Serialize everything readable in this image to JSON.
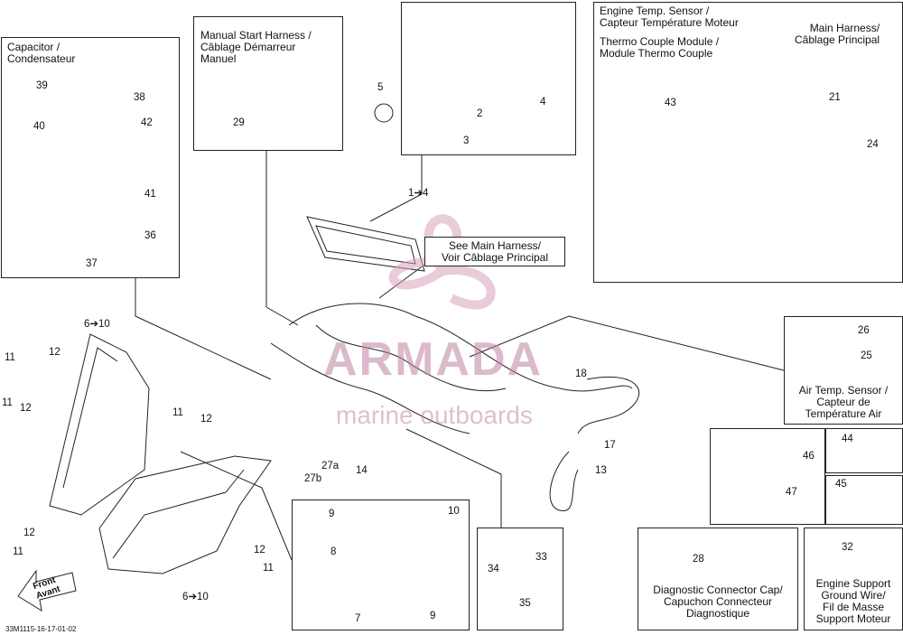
{
  "boxes": {
    "capacitor": "Capacitor /\nCondensateur",
    "manual_start": "Manual Start Harness /\nCâblage Démarreur\nManuel",
    "engine_temp": "Engine Temp. Sensor /\nCapteur Température Moteur",
    "thermo": "Thermo Couple Module /\nModule Thermo Couple",
    "main_harness": "Main Harness/\nCâblage Principal",
    "see_main": "See Main Harness/\nVoir Câblage Principal",
    "air_temp": "Air Temp. Sensor /\nCapteur de\nTempérature Air",
    "diag": "Diagnostic Connector Cap/\nCapuchon Connecteur\nDiagnostique",
    "ground": "Engine Support\nGround Wire/\nFil de Masse\nSupport Moteur"
  },
  "callouts": {
    "c39": "39",
    "c38": "38",
    "c40": "40",
    "c42": "42",
    "c41": "41",
    "c36": "36",
    "c37": "37",
    "c29": "29",
    "c5": "5",
    "c2": "2",
    "c4": "4",
    "c3": "3",
    "c1_4": "1➔4",
    "c43": "43",
    "c21": "21",
    "c24": "24",
    "c6_10a": "6➔10",
    "c11a": "11",
    "c12a": "12",
    "c11b": "11",
    "c12b": "12",
    "c11c": "11",
    "c12c": "12",
    "c12d": "12",
    "c11d": "11",
    "c12e": "12",
    "c11e": "11",
    "c6_10b": "6➔10",
    "c27a": "27a",
    "c27b": "27b",
    "c14": "14",
    "c18": "18",
    "c17": "17",
    "c13": "13",
    "c26": "26",
    "c25": "25",
    "c46": "46",
    "c47": "47",
    "c44": "44",
    "c45": "45",
    "c9a": "9",
    "c10": "10",
    "c8": "8",
    "c7": "7",
    "c9b": "9",
    "c34": "34",
    "c33": "33",
    "c35": "35",
    "c28": "28",
    "c32": "32"
  },
  "front_label": "Front\nAvant",
  "ref_code": "33M1115-16-17-01-02",
  "watermark": {
    "brand": "ARMADA",
    "tagline": "marine outboards",
    "color": "#c98aaa"
  }
}
